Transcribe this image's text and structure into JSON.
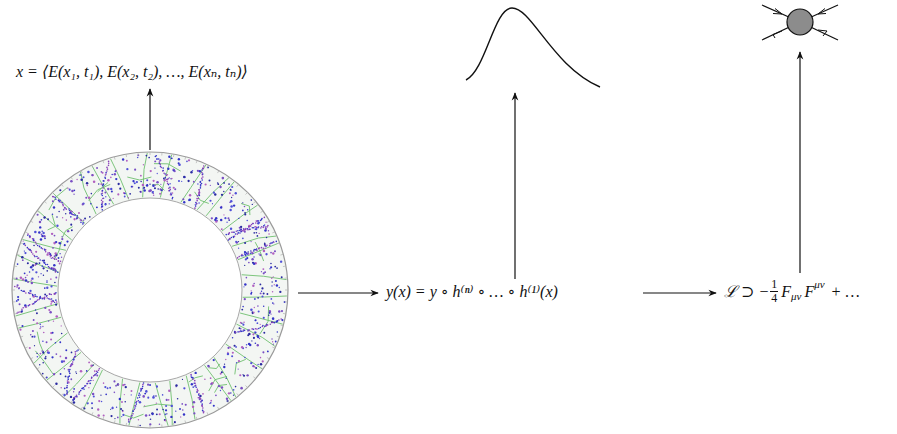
{
  "diagram": {
    "labels": [
      "x = ⟨E(x₁, t₁), E(x₂, t₂), …, E(xₙ, tₙ)⟩",
      "y(x) = y ∘ h⁽ⁿ⁾ ∘ … ∘ h⁽¹⁾(x)",
      "ℒ ⊃ −",
      "1",
      "4",
      "F",
      "μν",
      "F",
      "μν",
      "+ …"
    ]
  }
}
